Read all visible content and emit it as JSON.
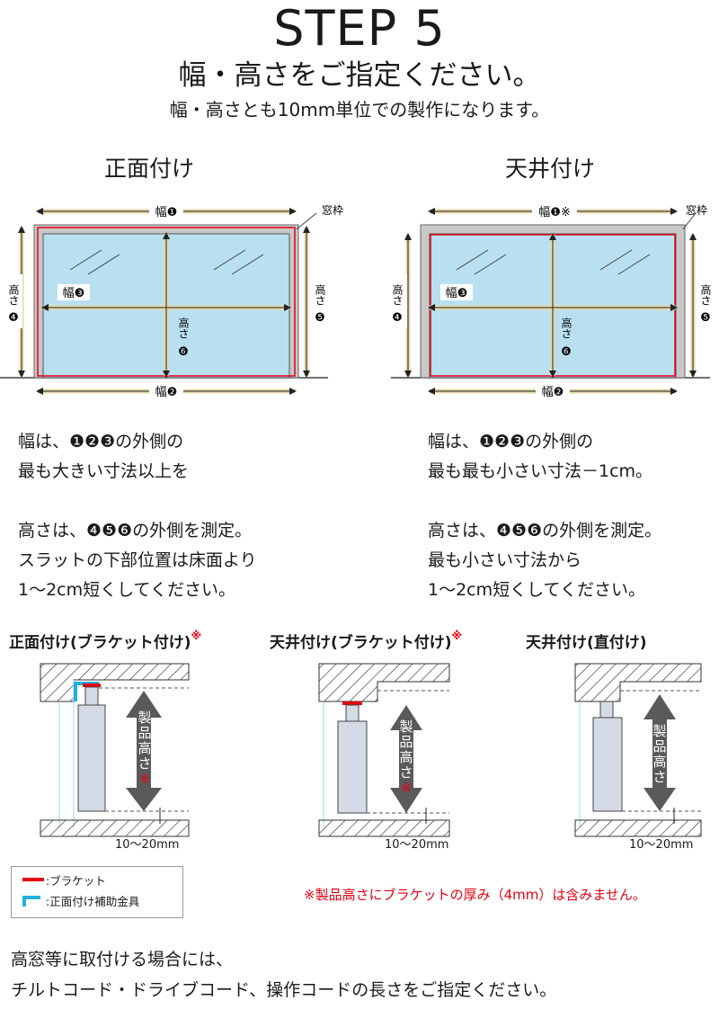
{
  "header": {
    "step": "STEP 5",
    "title": "幅・高さをご指定ください。",
    "subtitle": "幅・高さとも10mm単位での製作になります。"
  },
  "front": {
    "heading": "正面付け",
    "width1": "幅❶",
    "width2": "幅❷",
    "width3": "幅❸",
    "height4a": "高さ",
    "height4b": "❹",
    "height5a": "高さ",
    "height5b": "❺",
    "height6a": "高さ",
    "height6b": "❻",
    "frame": "窓枠",
    "text": [
      "幅は、❶❷❸の外側の",
      "最も大きい寸法以上を",
      "",
      "高さは、❹❺❻の外側を測定。",
      "スラットの下部位置は床面より",
      "1〜2cm短くしてください。"
    ]
  },
  "ceiling": {
    "heading": "天井付け",
    "width1": "幅❶※",
    "width2": "幅❷",
    "width3": "幅❸",
    "height4a": "高さ",
    "height4b": "❹",
    "height5a": "高さ",
    "height5b": "❺",
    "height6a": "高さ",
    "height6b": "❻",
    "frame": "窓枠",
    "text": [
      "幅は、❶❷❸の外側の",
      "最も最も小さい寸法－1cm。",
      "",
      "高さは、❹❺❻の外側を測定。",
      "最も小さい寸法から",
      "1〜2cm短くしてください。"
    ]
  },
  "mounts": [
    {
      "title": "正面付け(ブラケット付け)",
      "mark": "※",
      "product": [
        "製",
        "品",
        "高",
        "さ"
      ],
      "productMark": "※",
      "gap": "10〜20mm"
    },
    {
      "title": "天井付け(ブラケット付け)",
      "mark": "※",
      "product": [
        "製",
        "品",
        "高",
        "さ"
      ],
      "productMark": "※",
      "gap": "10〜20mm"
    },
    {
      "title": "天井付け(直付け)",
      "mark": "",
      "product": [
        "製",
        "品",
        "高",
        "さ"
      ],
      "productMark": "",
      "gap": "10〜20mm"
    }
  ],
  "legend": {
    "bracket": ":ブラケット",
    "aux": ":正面付け補助金具"
  },
  "note": "※製品高さにブラケットの厚み（4mm）は含みません。",
  "footer": [
    "高窓等に取付ける場合には、",
    "チルトコード・ドライブコード、操作コードの長さをご指定ください。"
  ],
  "colors": {
    "red": "#e60012",
    "glass": "#b9e0f0",
    "arrow": "#e8d8a8",
    "frame": "#c8c8c8",
    "cyan": "#1fb0e0",
    "product": "#d4dae6",
    "gray_arrow": "#5a5a5a"
  }
}
